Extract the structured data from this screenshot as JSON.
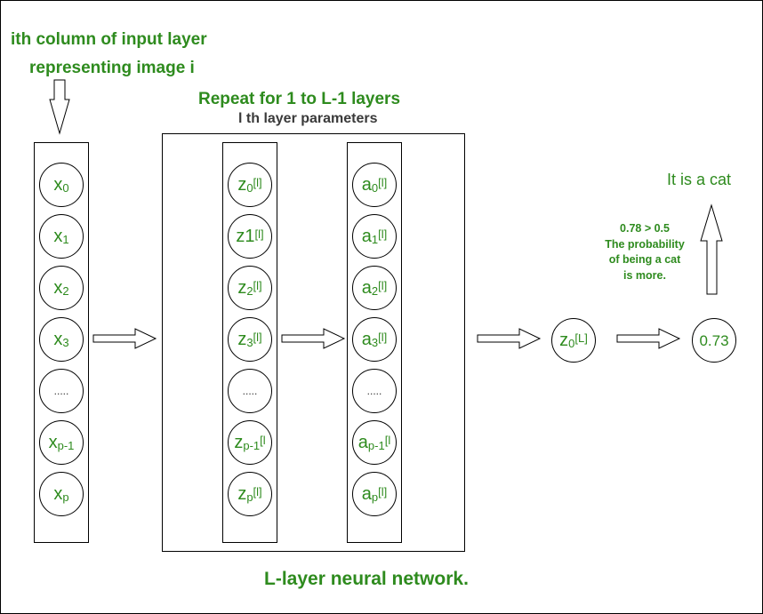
{
  "input_caption": {
    "line1": "ith column of input layer",
    "line2": "representing image i"
  },
  "repeat_title": "Repeat for 1 to L-1 layers",
  "layer_params": "l th layer parameters",
  "input_nodes": [
    {
      "base": "x",
      "sub": "0",
      "sup": ""
    },
    {
      "base": "x",
      "sub": "1",
      "sup": ""
    },
    {
      "base": "x",
      "sub": "2",
      "sup": ""
    },
    {
      "base": "x",
      "sub": "3",
      "sup": ""
    },
    {
      "base": ".....",
      "sub": "",
      "sup": ""
    },
    {
      "base": "x",
      "sub": "p-1",
      "sup": ""
    },
    {
      "base": "x",
      "sub": "p",
      "sup": ""
    }
  ],
  "z_nodes": [
    {
      "base": "z",
      "sub": "0",
      "sup": "[l]"
    },
    {
      "base": "z1",
      "sub": "",
      "sup": "[l]"
    },
    {
      "base": "z",
      "sub": "2",
      "sup": "[l]"
    },
    {
      "base": "z",
      "sub": "3",
      "sup": "[l]"
    },
    {
      "base": ".....",
      "sub": "",
      "sup": ""
    },
    {
      "base": "z",
      "sub": "p-1",
      "sup": "[l"
    },
    {
      "base": "z",
      "sub": "p",
      "sup": "[l]"
    }
  ],
  "a_nodes": [
    {
      "base": "a",
      "sub": "0",
      "sup": "[l]"
    },
    {
      "base": "a",
      "sub": "1",
      "sup": "[l]"
    },
    {
      "base": "a",
      "sub": "2",
      "sup": "[l]"
    },
    {
      "base": "a",
      "sub": "3",
      "sup": "[l]"
    },
    {
      "base": ".....",
      "sub": "",
      "sup": ""
    },
    {
      "base": "a",
      "sub": "p-1",
      "sup": "[l"
    },
    {
      "base": "a",
      "sub": "p",
      "sup": "[l]"
    }
  ],
  "output_z": {
    "base": "z",
    "sub": "0",
    "sup": "[L]"
  },
  "output_value": "0.73",
  "result_text": "It is a cat",
  "probability_note": [
    "0.78 > 0.5",
    "The probability",
    "of being a cat",
    "is more."
  ],
  "footer_title": "L-layer neural network.",
  "colors": {
    "text": "#2e8b1e",
    "stroke": "#000000"
  }
}
